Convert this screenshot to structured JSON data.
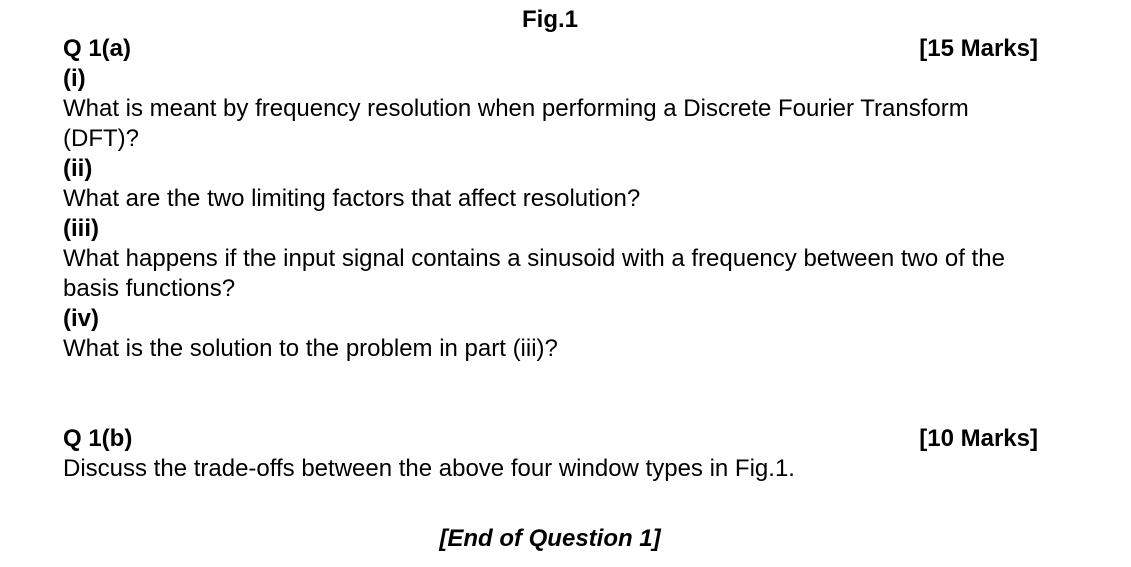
{
  "figure": {
    "title": "Fig.1"
  },
  "q1a": {
    "label": "Q 1(a)",
    "marks": "[15 Marks]",
    "parts": [
      {
        "num": "(i)",
        "text": "What is meant by frequency resolution when performing a Discrete Fourier Transform (DFT)?"
      },
      {
        "num": "(ii)",
        "text": "What are the two limiting factors that affect resolution?"
      },
      {
        "num": "(iii)",
        "text": "What happens if the input signal contains a sinusoid with a frequency between two of the basis functions?"
      },
      {
        "num": "(iv)",
        "text": "What is the solution to the problem in part (iii)?"
      }
    ]
  },
  "q1b": {
    "label": "Q 1(b)",
    "marks": "[10 Marks]",
    "text": "Discuss the trade-offs between the above four window types in Fig.1."
  },
  "end_text": "[End of Question 1]"
}
